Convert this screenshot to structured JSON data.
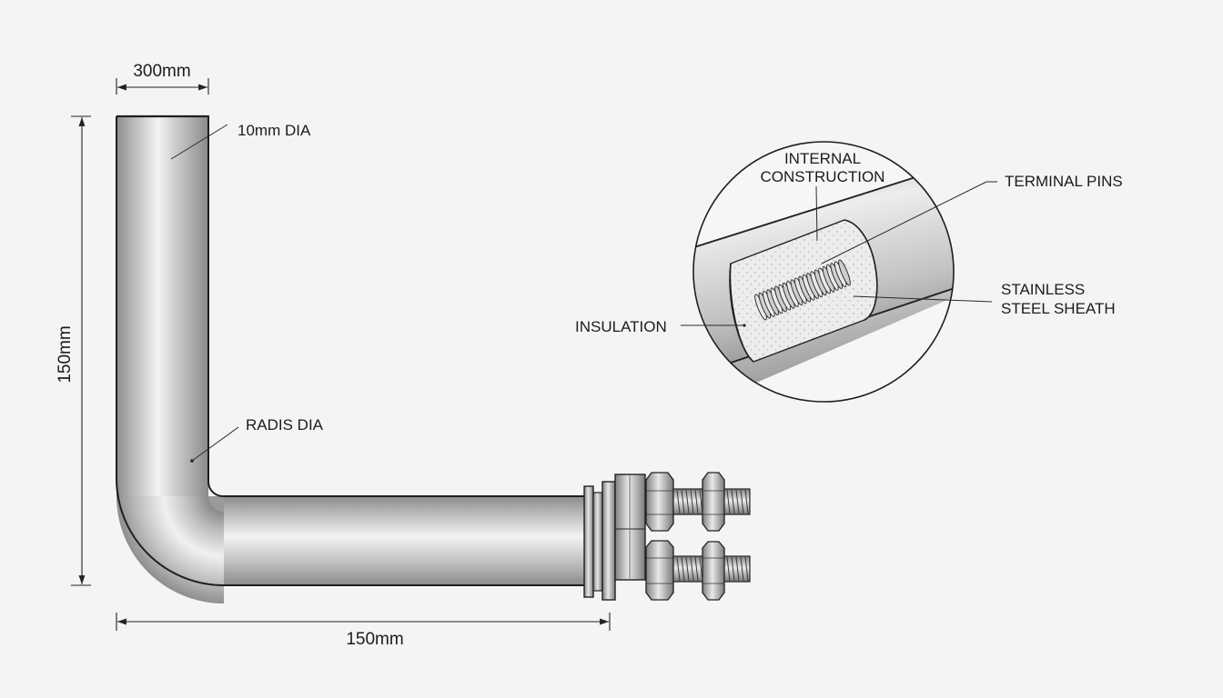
{
  "dimensions": {
    "top_width": "300mm",
    "vertical_height": "150mm",
    "bottom_length": "150mm"
  },
  "callouts": {
    "diameter": "10mm DIA",
    "radius": "RADIS DIA",
    "detail_title_line1": "INTERNAL",
    "detail_title_line2": "CONSTRUCTION",
    "terminal_pins": "TERMINAL PINS",
    "sheath_line1": "STAINLESS",
    "sheath_line2": "STEEL SHEATH",
    "insulation": "INSULATION"
  },
  "colors": {
    "background": "#f4f4f4",
    "line": "#222222",
    "steel_dark": "#8a8a8a",
    "steel_light": "#f2f2f2"
  }
}
